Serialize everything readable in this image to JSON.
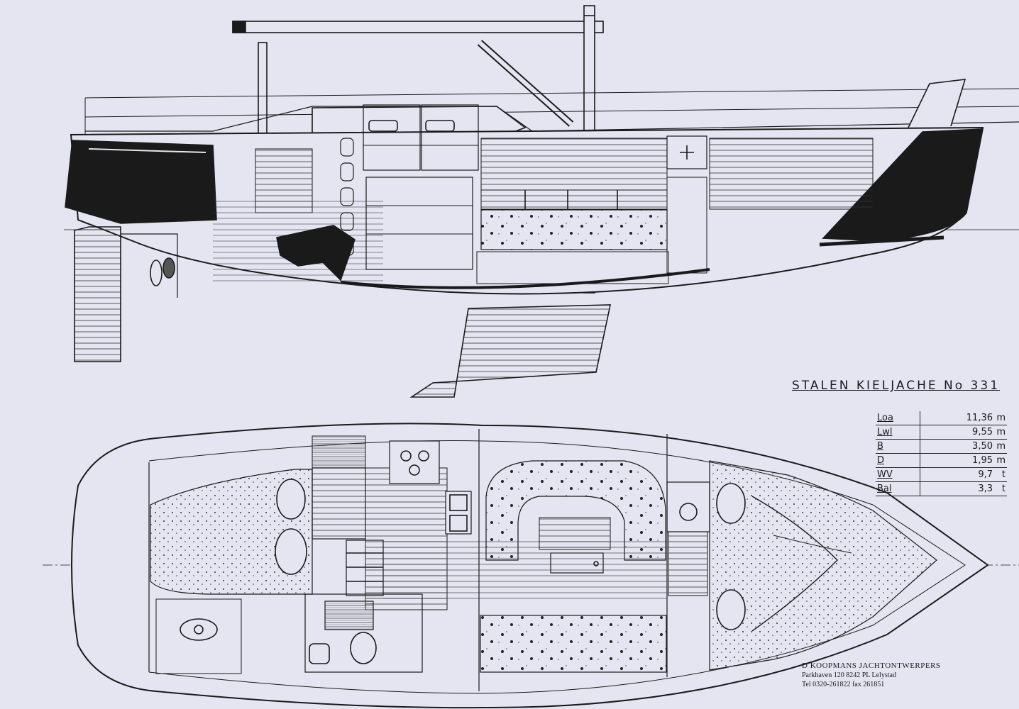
{
  "title": "STALEN KIELJACHE No 331",
  "specs": [
    {
      "key": "Loa",
      "value": "11,36",
      "unit": "m"
    },
    {
      "key": "Lwl",
      "value": "9,55",
      "unit": "m"
    },
    {
      "key": "B",
      "value": "3,50",
      "unit": "m"
    },
    {
      "key": "D",
      "value": "1,95",
      "unit": "m"
    },
    {
      "key": "WV",
      "value": "9,7",
      "unit": "t"
    },
    {
      "key": "Bal",
      "value": "3,3",
      "unit": "t"
    }
  ],
  "designer": {
    "name": "D KOOPMANS JACHTONTWERPERS",
    "address": "Parkhaven 120 8242 PL Lelystad",
    "phone": "Tel 0320-261822 fax 261851"
  }
}
